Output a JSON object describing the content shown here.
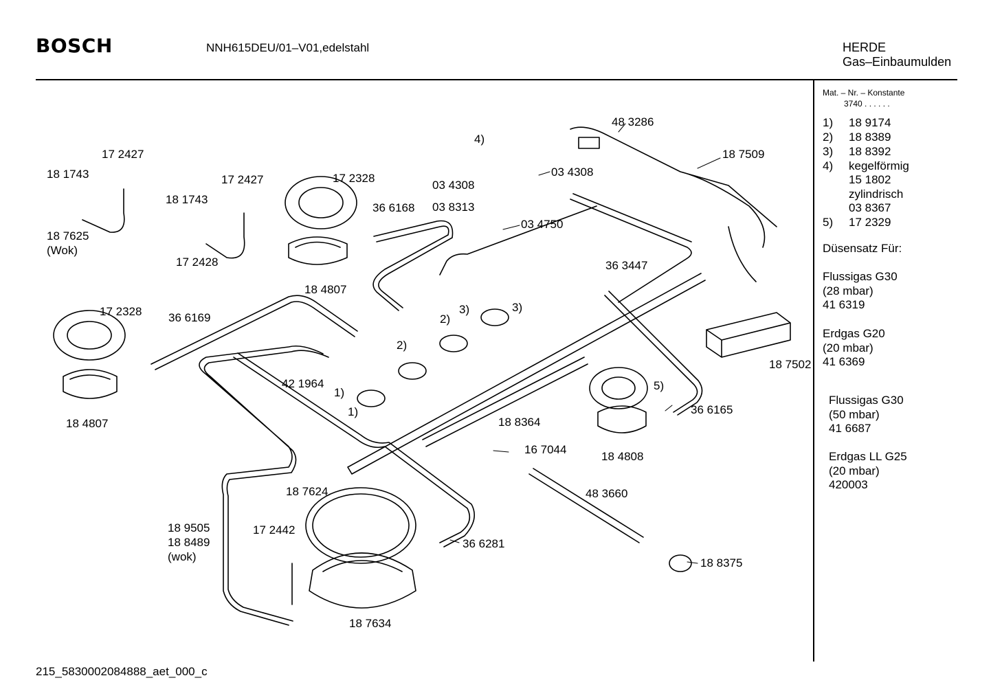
{
  "header": {
    "brand": "BOSCH",
    "model": "NNH615DEU/01–V01,edelstahl",
    "category_line1": "HERDE",
    "category_line2": "Gas–Einbaumulden"
  },
  "footer": {
    "code": "215_5830002084888_aet_000_c"
  },
  "sidebar": {
    "mat_label": "Mat. – Nr. – Konstante",
    "mat_value": "3740  .  .  .  .  .  .",
    "items": [
      {
        "key": "1)",
        "value": "18 9174"
      },
      {
        "key": "2)",
        "value": "18 8389"
      },
      {
        "key": "3)",
        "value": "18 8392"
      },
      {
        "key": "4)",
        "value": "kegelförmig"
      },
      {
        "key": "",
        "value": "15 1802"
      },
      {
        "key": "",
        "value": "zylindrisch"
      },
      {
        "key": "",
        "value": "03 8367"
      },
      {
        "key": "5)",
        "value": "17 2329"
      }
    ],
    "nozzle_title": "Düsensatz Für:",
    "nozzle_sets": [
      {
        "gas": "Flussigas G30",
        "pressure": "(28 mbar)",
        "part": "41 6319"
      },
      {
        "gas": "Erdgas G20",
        "pressure": "(20 mbar)",
        "part": "41 6369"
      },
      {
        "gas": "Flussigas G30",
        "pressure": "(50 mbar)",
        "part": "41 6687"
      },
      {
        "gas": "Erdgas LL G25",
        "pressure": "(20 mbar)",
        "part": "420003"
      }
    ]
  },
  "callouts": [
    {
      "id": "c01",
      "text": "17 2427"
    },
    {
      "id": "c02",
      "text": "18 1743"
    },
    {
      "id": "c03",
      "text": "18 7625"
    },
    {
      "id": "c04",
      "text": "(Wok)"
    },
    {
      "id": "c05",
      "text": "17 2427"
    },
    {
      "id": "c06",
      "text": "18 1743"
    },
    {
      "id": "c07",
      "text": "17 2428"
    },
    {
      "id": "c08",
      "text": "17 2328"
    },
    {
      "id": "c09",
      "text": "18 4807"
    },
    {
      "id": "c10",
      "text": "36 6168"
    },
    {
      "id": "c11",
      "text": "4)"
    },
    {
      "id": "c12",
      "text": "03 4308"
    },
    {
      "id": "c13",
      "text": "03 8313"
    },
    {
      "id": "c14",
      "text": "03 4750"
    },
    {
      "id": "c15",
      "text": "03 4308"
    },
    {
      "id": "c16",
      "text": "48 3286"
    },
    {
      "id": "c17",
      "text": "18 7509"
    },
    {
      "id": "c18",
      "text": "36 3447"
    },
    {
      "id": "c19",
      "text": "17 2328"
    },
    {
      "id": "c20",
      "text": "36 6169"
    },
    {
      "id": "c21",
      "text": "18 4807"
    },
    {
      "id": "c22",
      "text": "3)"
    },
    {
      "id": "c23",
      "text": "2)"
    },
    {
      "id": "c24",
      "text": "2)"
    },
    {
      "id": "c25",
      "text": "3)"
    },
    {
      "id": "c26",
      "text": "42 1964"
    },
    {
      "id": "c27",
      "text": "1)"
    },
    {
      "id": "c28",
      "text": "1)"
    },
    {
      "id": "c29",
      "text": "18 7502"
    },
    {
      "id": "c30",
      "text": "5)"
    },
    {
      "id": "c31",
      "text": "36 6165"
    },
    {
      "id": "c32",
      "text": "18 8364"
    },
    {
      "id": "c33",
      "text": "16 7044"
    },
    {
      "id": "c34",
      "text": "18 4808"
    },
    {
      "id": "c35",
      "text": "18 7624"
    },
    {
      "id": "c36",
      "text": "48 3660"
    },
    {
      "id": "c37",
      "text": "18 9505"
    },
    {
      "id": "c38",
      "text": "18 8489"
    },
    {
      "id": "c39",
      "text": "(wok)"
    },
    {
      "id": "c40",
      "text": "17 2442"
    },
    {
      "id": "c41",
      "text": "36 6281"
    },
    {
      "id": "c42",
      "text": "18 8375"
    },
    {
      "id": "c43",
      "text": "18 7634"
    }
  ]
}
